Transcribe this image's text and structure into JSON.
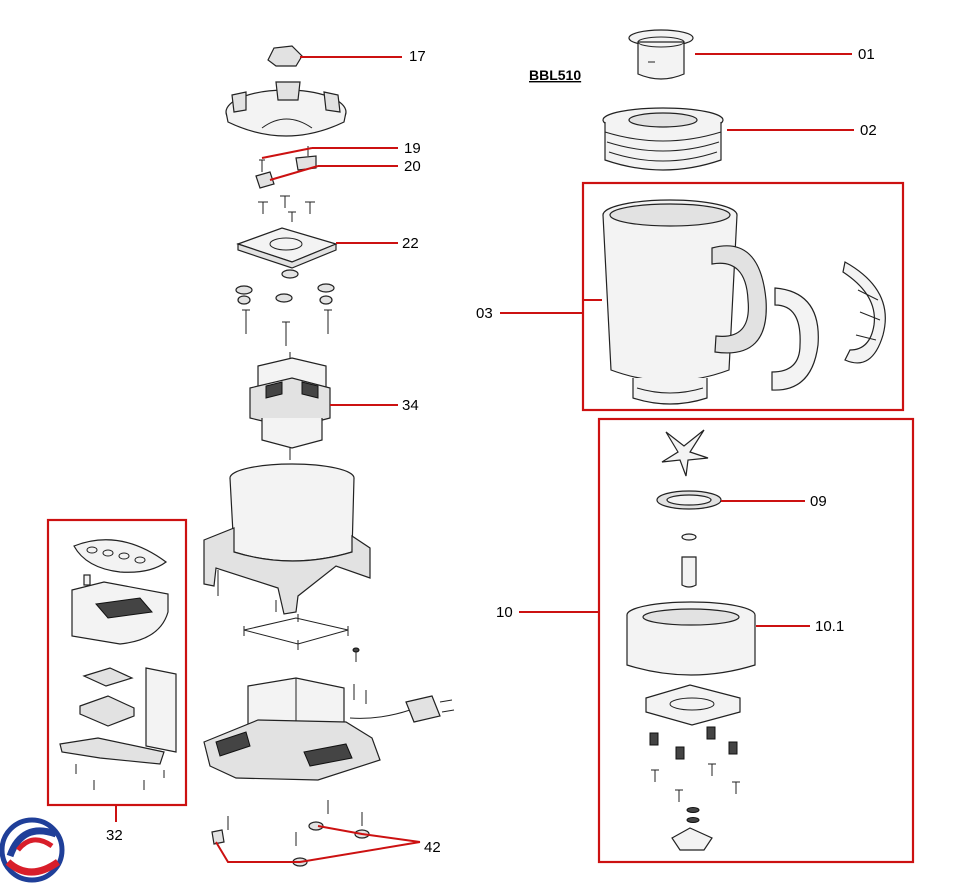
{
  "model": "BBL510",
  "labels": {
    "p01": "01",
    "p02": "02",
    "p03": "03",
    "p09": "09",
    "p10": "10",
    "p10_1": "10.1",
    "p17": "17",
    "p19": "19",
    "p20": "20",
    "p22": "22",
    "p32": "32",
    "p34": "34",
    "p42": "42"
  },
  "colors": {
    "accent": "#cc1111",
    "line": "#222222",
    "logo_blue": "#1f3f99",
    "logo_red": "#d81e2a"
  }
}
